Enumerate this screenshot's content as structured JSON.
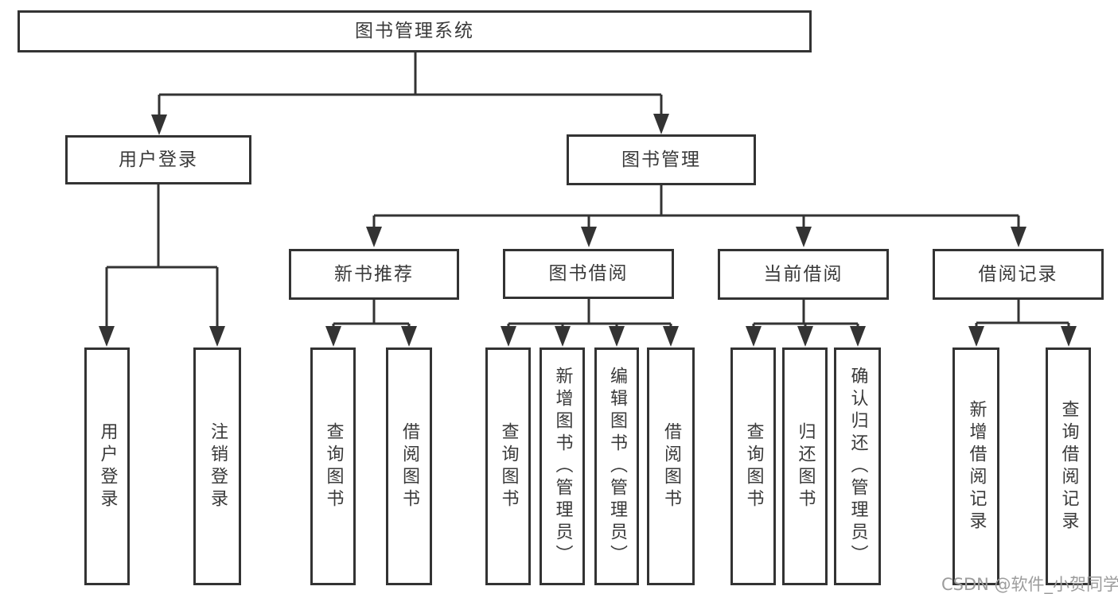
{
  "tree": {
    "root": {
      "label": "图书管理系统"
    },
    "branches": [
      {
        "label": "用户登录",
        "children": [
          {
            "label": "用户登录"
          },
          {
            "label": "注销登录"
          }
        ]
      },
      {
        "label": "图书管理",
        "children": [
          {
            "label": "新书推荐",
            "children": [
              {
                "label": "查询图书"
              },
              {
                "label": "借阅图书"
              }
            ]
          },
          {
            "label": "图书借阅",
            "children": [
              {
                "label": "查询图书"
              },
              {
                "label": "新增图书（管理员）"
              },
              {
                "label": "编辑图书（管理员）"
              },
              {
                "label": "借阅图书"
              }
            ]
          },
          {
            "label": "当前借阅",
            "children": [
              {
                "label": "查询图书"
              },
              {
                "label": "归还图书"
              },
              {
                "label": "确认归还（管理员）"
              }
            ]
          },
          {
            "label": "借阅记录",
            "children": [
              {
                "label": "新增借阅记录"
              },
              {
                "label": "查询借阅记录"
              }
            ]
          }
        ]
      }
    ]
  },
  "watermark": {
    "text": "CSDN @软件_小贺同学"
  },
  "colors": {
    "line": "#333333",
    "box_border": "#333333",
    "text": "#3a3a3a",
    "watermark": "#9c9c9c",
    "background": "#ffffff"
  }
}
